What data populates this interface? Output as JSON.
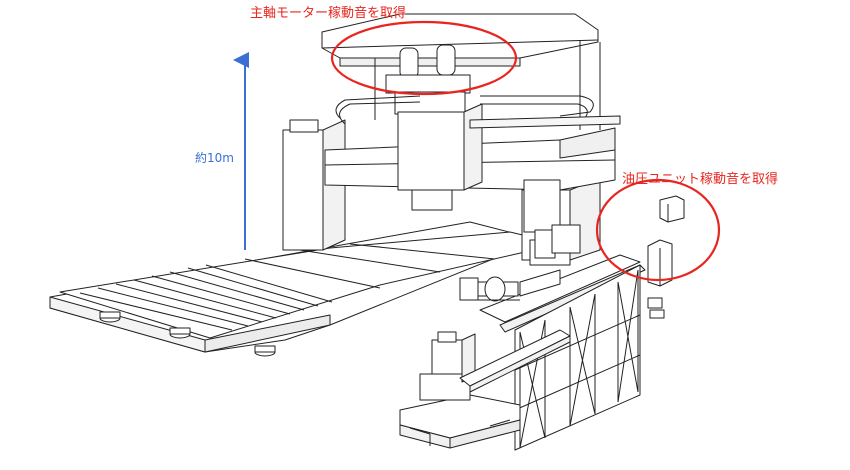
{
  "annotations": {
    "spindle_motor": "主軸モーター稼動音を取得",
    "hydraulic_unit": "油圧ユニット稼動音を取得",
    "height": "約10m"
  },
  "colors": {
    "annotation_red": "#e8251f",
    "dimension_blue": "#3b6fd4",
    "line_art": "#222222",
    "background": "#ffffff"
  }
}
